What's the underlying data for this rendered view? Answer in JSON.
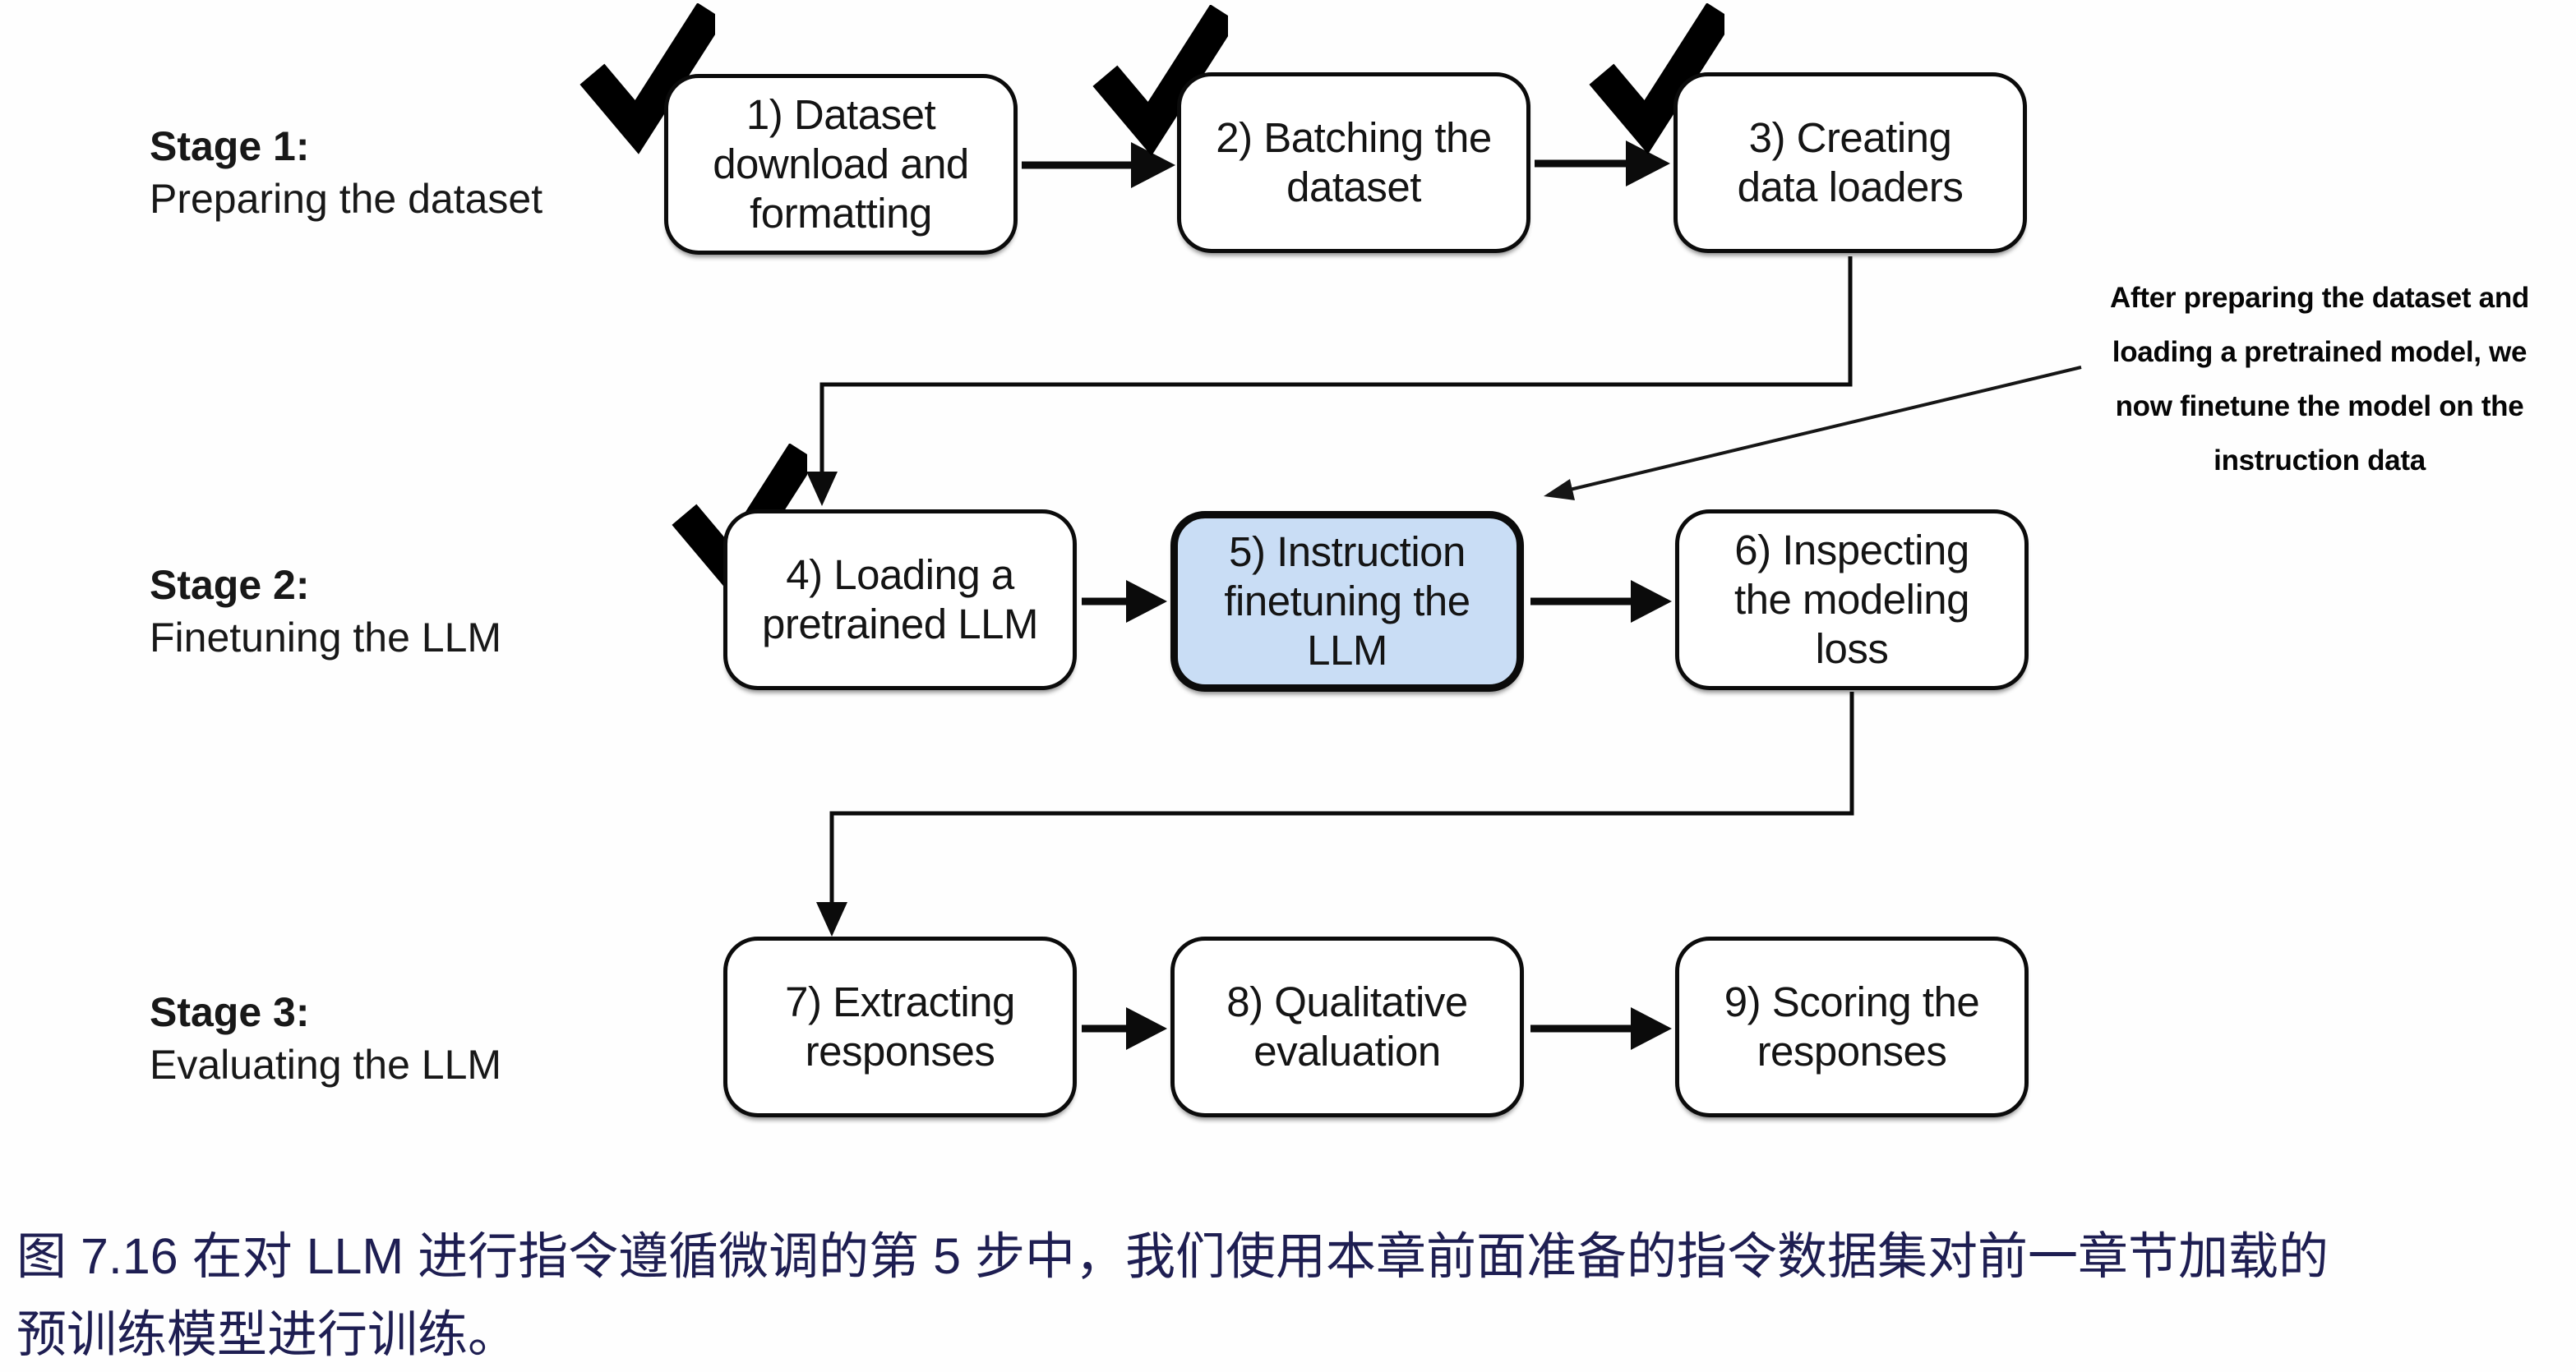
{
  "diagram": {
    "stage_labels": [
      {
        "title": "Stage 1:",
        "subtitle": "Preparing the dataset"
      },
      {
        "title": "Stage 2:",
        "subtitle": "Finetuning the LLM"
      },
      {
        "title": "Stage 3:",
        "subtitle": "Evaluating the LLM"
      }
    ],
    "boxes": {
      "b1": {
        "lines": [
          "1) Dataset",
          "download and",
          "formatting"
        ],
        "checked": true
      },
      "b2": {
        "lines": [
          "2) Batching the",
          "dataset"
        ],
        "checked": true
      },
      "b3": {
        "lines": [
          "3) Creating",
          "data loaders"
        ],
        "checked": true
      },
      "b4": {
        "lines": [
          "4) Loading a",
          "pretrained LLM"
        ],
        "checked": true
      },
      "b5": {
        "lines": [
          "5) Instruction",
          "finetuning the",
          "LLM"
        ],
        "checked": false,
        "highlighted": true,
        "fill_color": "#c9ddf5"
      },
      "b6": {
        "lines": [
          "6) Inspecting",
          "the modeling",
          "loss"
        ],
        "checked": false
      },
      "b7": {
        "lines": [
          "7) Extracting",
          "responses"
        ],
        "checked": false
      },
      "b8": {
        "lines": [
          "8) Qualitative",
          "evaluation"
        ],
        "checked": false
      },
      "b9": {
        "lines": [
          "9) Scoring the",
          "responses"
        ],
        "checked": false
      }
    },
    "annotation": {
      "lines": [
        "After preparing the dataset and",
        "loading a pretrained model, we",
        "now finetune the model on the",
        "instruction data"
      ]
    },
    "caption": {
      "lines": [
        "图 7.16 在对 LLM 进行指令遵循微调的第 5 步中，我们使用本章前面准备的指令数据集对前一章节加载的",
        "预训练模型进行训练。"
      ],
      "text_color": "#1e1e52"
    }
  }
}
